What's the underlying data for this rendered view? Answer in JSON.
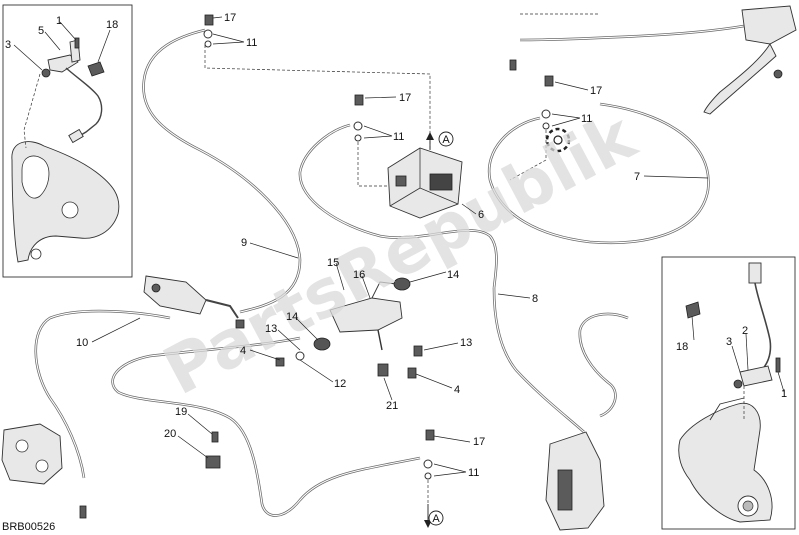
{
  "diagram": {
    "code": "BRB00526",
    "watermark": "PartsRepublik",
    "arrow_ref": "A",
    "callouts": [
      {
        "id": "c1a",
        "text": "1"
      },
      {
        "id": "c5",
        "text": "5"
      },
      {
        "id": "c18a",
        "text": "18"
      },
      {
        "id": "c3a",
        "text": "3"
      },
      {
        "id": "c17a",
        "text": "17"
      },
      {
        "id": "c11a",
        "text": "11"
      },
      {
        "id": "c17b",
        "text": "17"
      },
      {
        "id": "c11b",
        "text": "11"
      },
      {
        "id": "c17c",
        "text": "17"
      },
      {
        "id": "c11c",
        "text": "11"
      },
      {
        "id": "c7",
        "text": "7"
      },
      {
        "id": "c6",
        "text": "6"
      },
      {
        "id": "c9",
        "text": "9"
      },
      {
        "id": "c15",
        "text": "15"
      },
      {
        "id": "c16",
        "text": "16"
      },
      {
        "id": "c14a",
        "text": "14"
      },
      {
        "id": "c8",
        "text": "8"
      },
      {
        "id": "c10",
        "text": "10"
      },
      {
        "id": "c13a",
        "text": "13"
      },
      {
        "id": "c14b",
        "text": "14"
      },
      {
        "id": "c13b",
        "text": "13"
      },
      {
        "id": "c4a",
        "text": "4"
      },
      {
        "id": "c12",
        "text": "12"
      },
      {
        "id": "c4b",
        "text": "4"
      },
      {
        "id": "c21",
        "text": "21"
      },
      {
        "id": "c19",
        "text": "19"
      },
      {
        "id": "c20",
        "text": "20"
      },
      {
        "id": "c17d",
        "text": "17"
      },
      {
        "id": "c11d",
        "text": "11"
      },
      {
        "id": "c18b",
        "text": "18"
      },
      {
        "id": "c3b",
        "text": "3"
      },
      {
        "id": "c2",
        "text": "2"
      },
      {
        "id": "c1b",
        "text": "1"
      }
    ]
  }
}
